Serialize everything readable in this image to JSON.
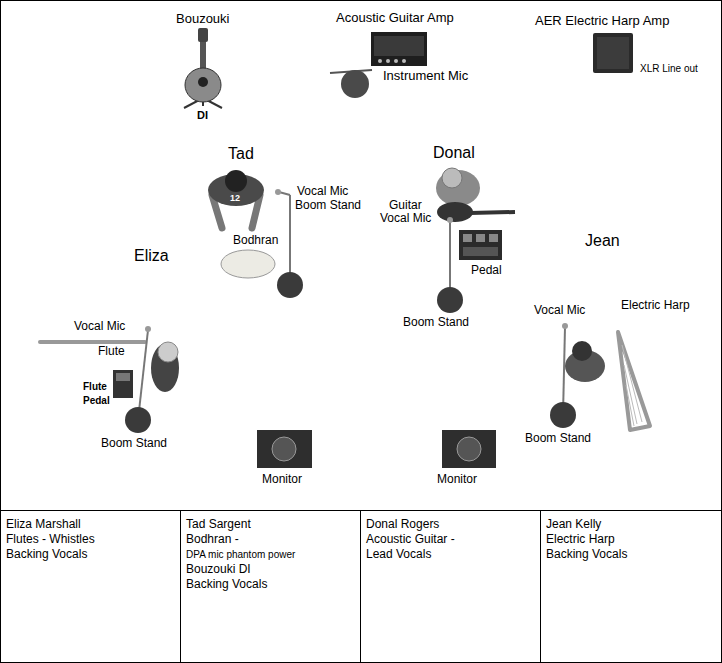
{
  "diagram": {
    "nodes": [
      {
        "text": [
          "Eliza Marshall",
          "Flutes - Whistles",
          "Backing Vocals"
        ]
      },
      {
        "text": [
          "Tad Sargent",
          "Bodhran -",
          "DPA mic phantom power",
          "Bouzouki DI",
          "Backing Vocals"
        ]
      },
      {
        "text": [
          "Donal Rogers",
          "Acoustic Guitar -",
          "Lead Vocals"
        ]
      },
      {
        "text": [
          "Jean Kelly",
          "Electric Harp",
          "Backing Vocals"
        ]
      }
    ],
    "labels": [
      "Bouzouki",
      "DI",
      "Acoustic Guitar Amp",
      "Instrument Mic",
      "AER Electric Harp Amp",
      "XLR Line out",
      "Tad",
      "12",
      "Vocal Mic",
      "Boom Stand",
      "Donal",
      "Guitar",
      "Vocal Mic",
      "Bodhran",
      "Pedal",
      "Eliza",
      "Jean",
      "Boom Stand",
      "Vocal Mic",
      "Electric Harp",
      "Vocal Mic",
      "Flute",
      "Flute",
      "Pedal",
      "Boom Stand",
      "Boom Stand",
      "Monitor",
      "Monitor"
    ]
  }
}
